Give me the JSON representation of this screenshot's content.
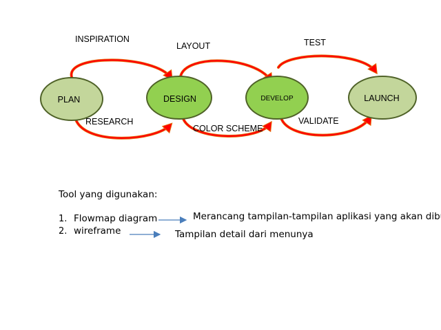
{
  "diagram": {
    "nodes": [
      {
        "id": "plan",
        "label": "PLAN",
        "fill": "#c3d69b"
      },
      {
        "id": "design",
        "label": "DESIGN",
        "fill": "#92d050"
      },
      {
        "id": "develop",
        "label": "DEVELOP",
        "fill": "#92d050"
      },
      {
        "id": "launch",
        "label": "LAUNCH",
        "fill": "#c3d69b"
      }
    ],
    "edges": [
      {
        "from": "plan",
        "to": "design",
        "label": "INSPIRATION",
        "side": "top"
      },
      {
        "from": "plan",
        "to": "design",
        "label": "RESEARCH",
        "side": "bottom"
      },
      {
        "from": "design",
        "to": "develop",
        "label": "LAYOUT",
        "side": "top"
      },
      {
        "from": "design",
        "to": "develop",
        "label": "COLOR SCHEME",
        "side": "bottom"
      },
      {
        "from": "develop",
        "to": "launch",
        "label": "TEST",
        "side": "top"
      },
      {
        "from": "develop",
        "to": "launch",
        "label": "VALIDATE",
        "side": "bottom"
      }
    ],
    "colors": {
      "node_stroke": "#4f6228",
      "arrow_fill": "#ff0000",
      "arrow_stroke": "#e46c0a",
      "blue_arrow": "#4a7ebb"
    }
  },
  "tools": {
    "heading": "Tool yang digunakan:",
    "items": [
      {
        "number": "1.",
        "name": "Flowmap diagram",
        "description": "Merancang tampilan-tampilan aplikasi yang akan dibuat"
      },
      {
        "number": "2.",
        "name": "wireframe",
        "description": "Tampilan detail dari menunya"
      }
    ]
  }
}
